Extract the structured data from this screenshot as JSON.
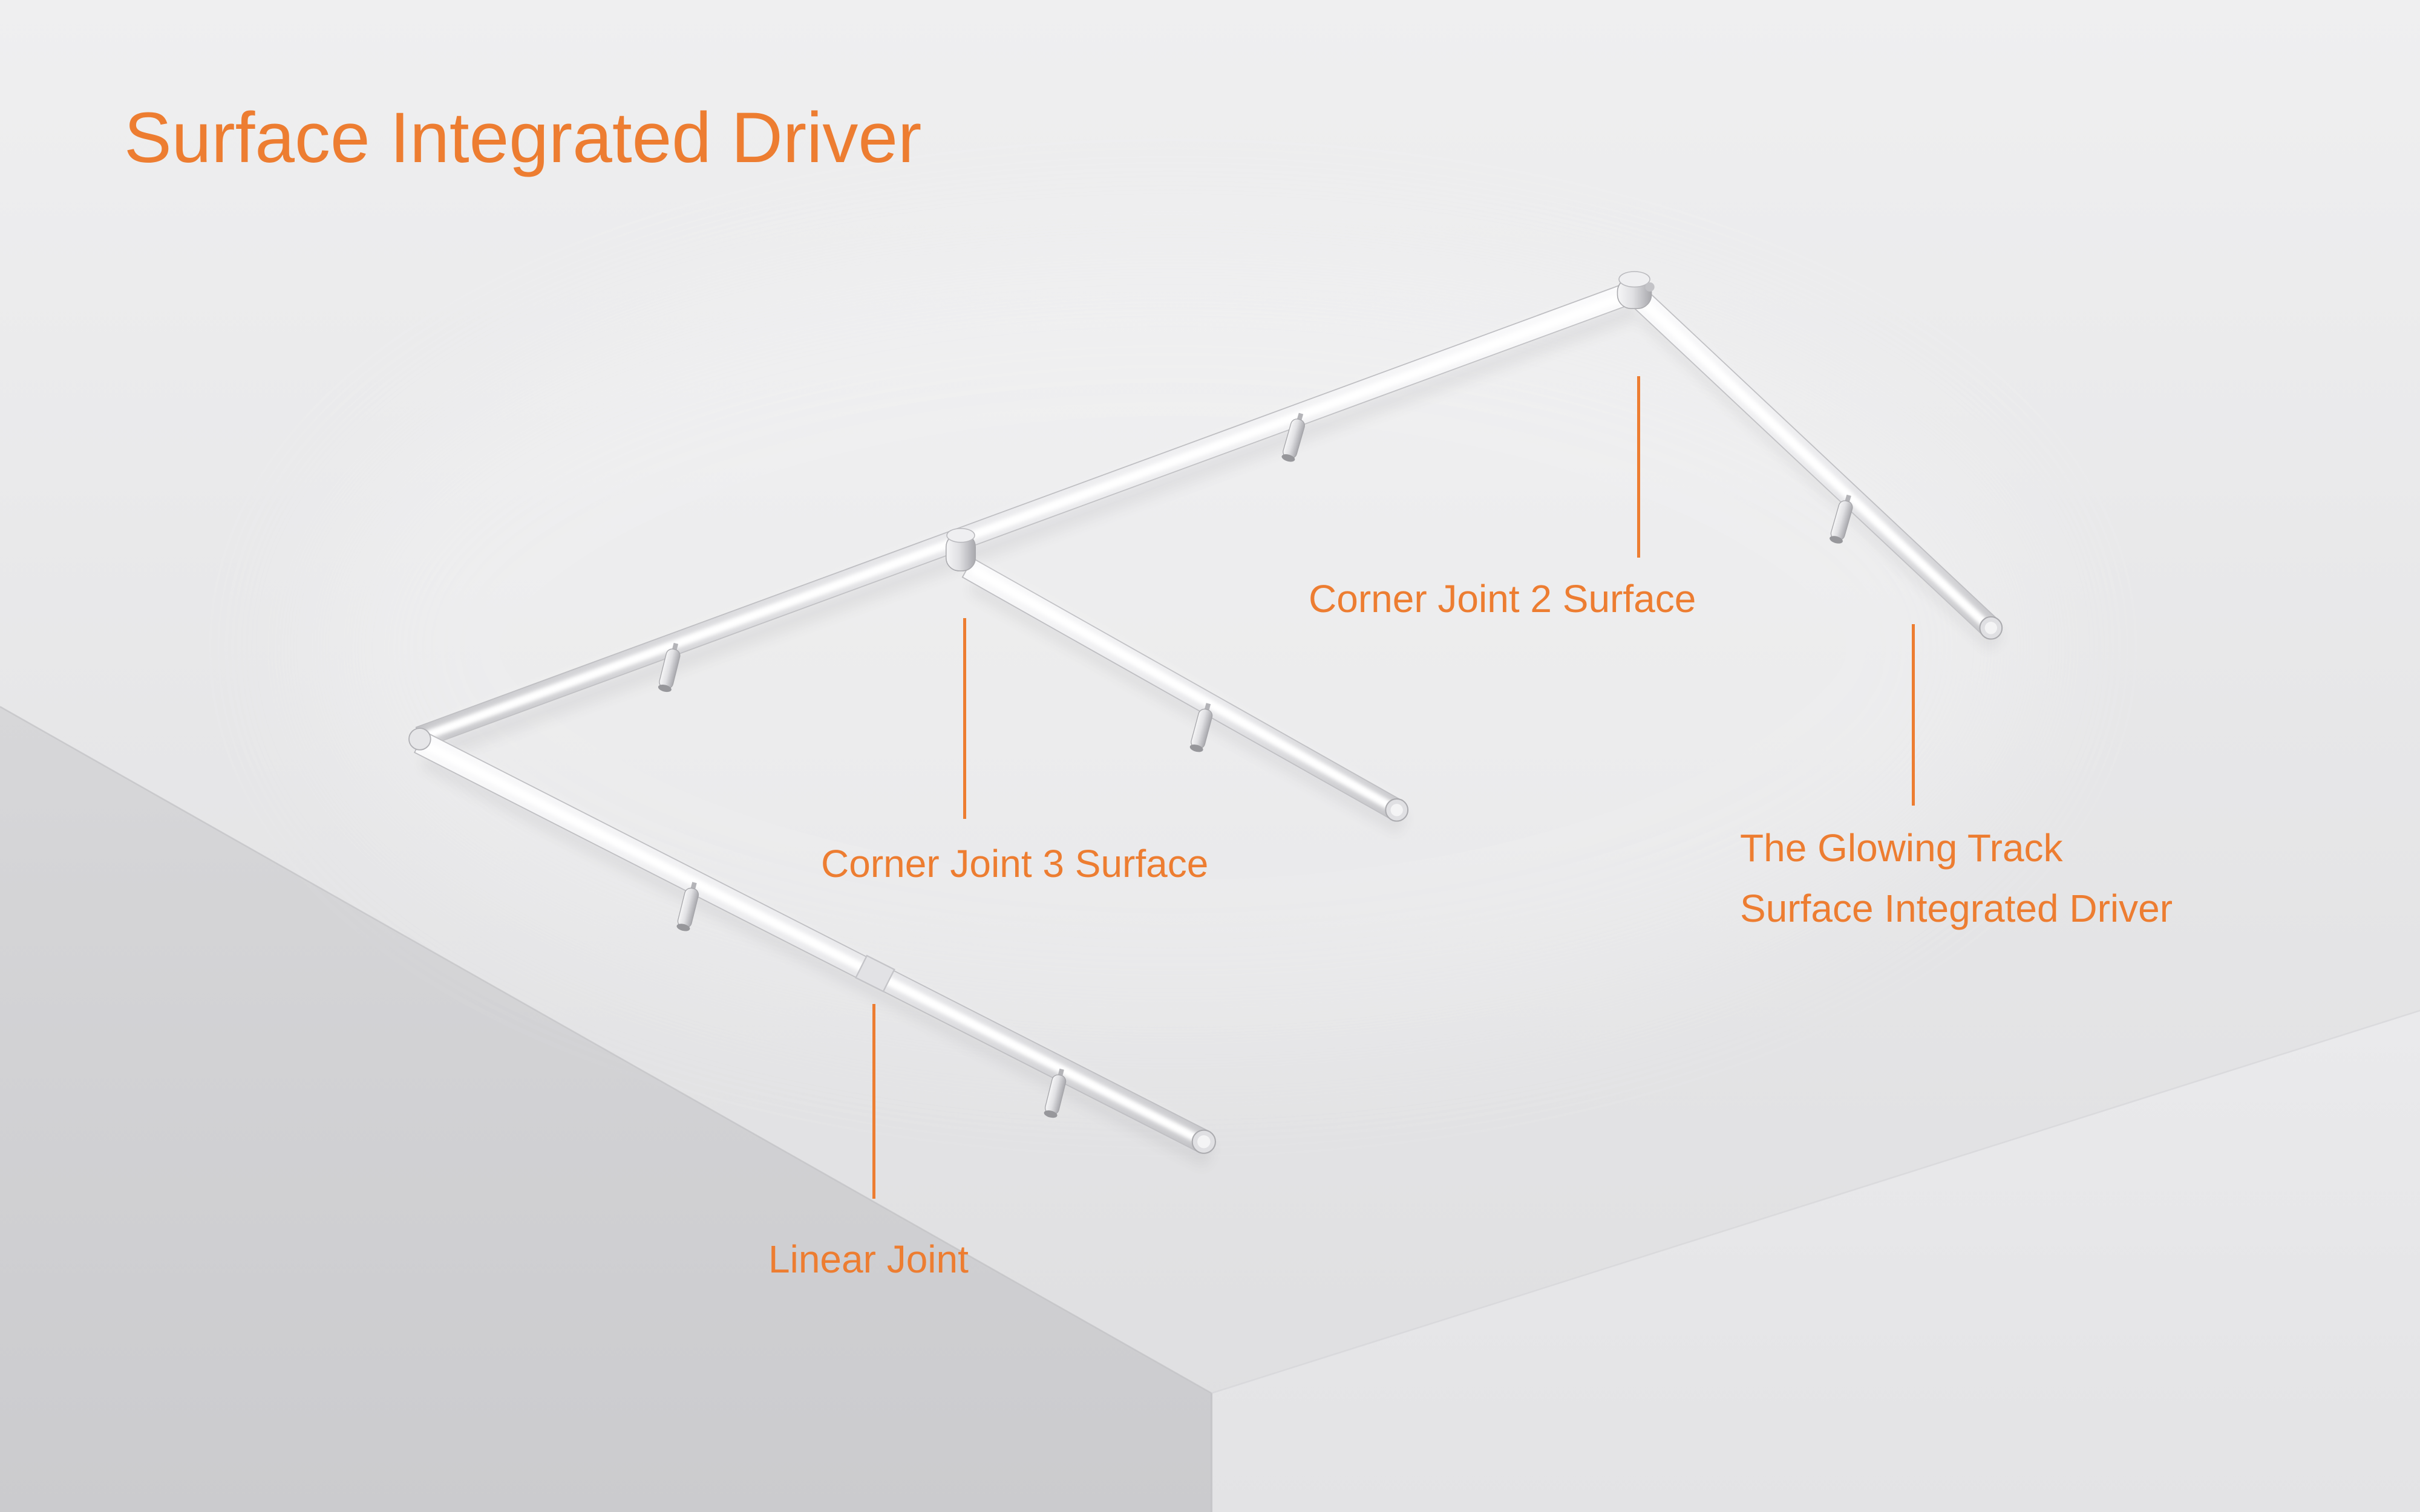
{
  "title": "Surface Integrated Driver",
  "annotations": {
    "corner_joint_2": "Corner Joint 2 Surface",
    "corner_joint_3": "Corner Joint 3 Surface",
    "glowing_track_line1": "The Glowing Track",
    "glowing_track_line2": "Surface Integrated Driver",
    "linear_joint": "Linear Joint"
  },
  "colors": {
    "accent": "#ED7D31",
    "ceiling_top": "#EFEFF0",
    "ceiling_bottom": "#DEDEE0",
    "left_wall": "#D3D3D6",
    "right_wall": "#E8E8EA",
    "track_metal": "#D7D7DA",
    "track_glow": "#FFFFFF"
  }
}
